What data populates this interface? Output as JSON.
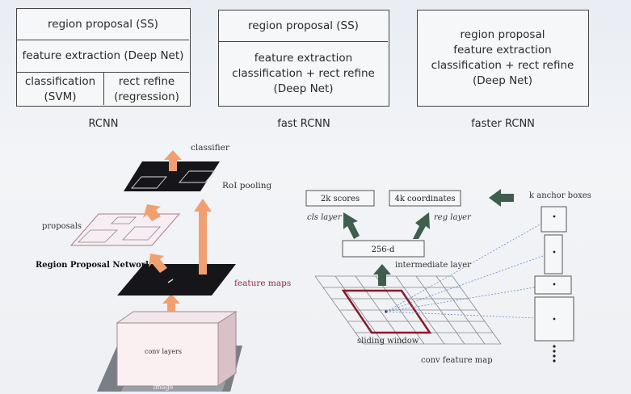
{
  "rcnn": {
    "region": "region proposal (SS)",
    "feature": "feature extraction (Deep Net)",
    "cls1": "classification",
    "cls2": "(SVM)",
    "rect1": "rect refine",
    "rect2": "(regression)",
    "caption": "RCNN"
  },
  "fast": {
    "region": "region proposal (SS)",
    "line1": "feature extraction",
    "line2": "classification + rect refine",
    "line3": "(Deep Net)",
    "caption": "fast RCNN"
  },
  "faster": {
    "line1": "region proposal",
    "line2": "feature extraction",
    "line3": "classification + rect refine",
    "line4": "(Deep Net)",
    "caption": "faster RCNN"
  },
  "left_fig": {
    "classifier": "classifier",
    "roi": "RoI pooling",
    "proposals": "proposals",
    "rpn": "Region Proposal Network",
    "feature_maps": "feature maps",
    "conv_layers": "conv layers",
    "image": "image"
  },
  "right_fig": {
    "scores": "2k scores",
    "coords": "4k coordinates",
    "anchor": "k anchor boxes",
    "cls_layer": "cls layer",
    "reg_layer": "reg layer",
    "d256": "256-d",
    "intermediate": "intermediate layer",
    "sliding": "sliding window",
    "conv_map": "conv feature map"
  },
  "colors": {
    "arrow_orange": "#f0a070",
    "arrow_green": "#3f5e4e",
    "window_red": "#8a1a2a",
    "map_dark": "#15151a"
  }
}
